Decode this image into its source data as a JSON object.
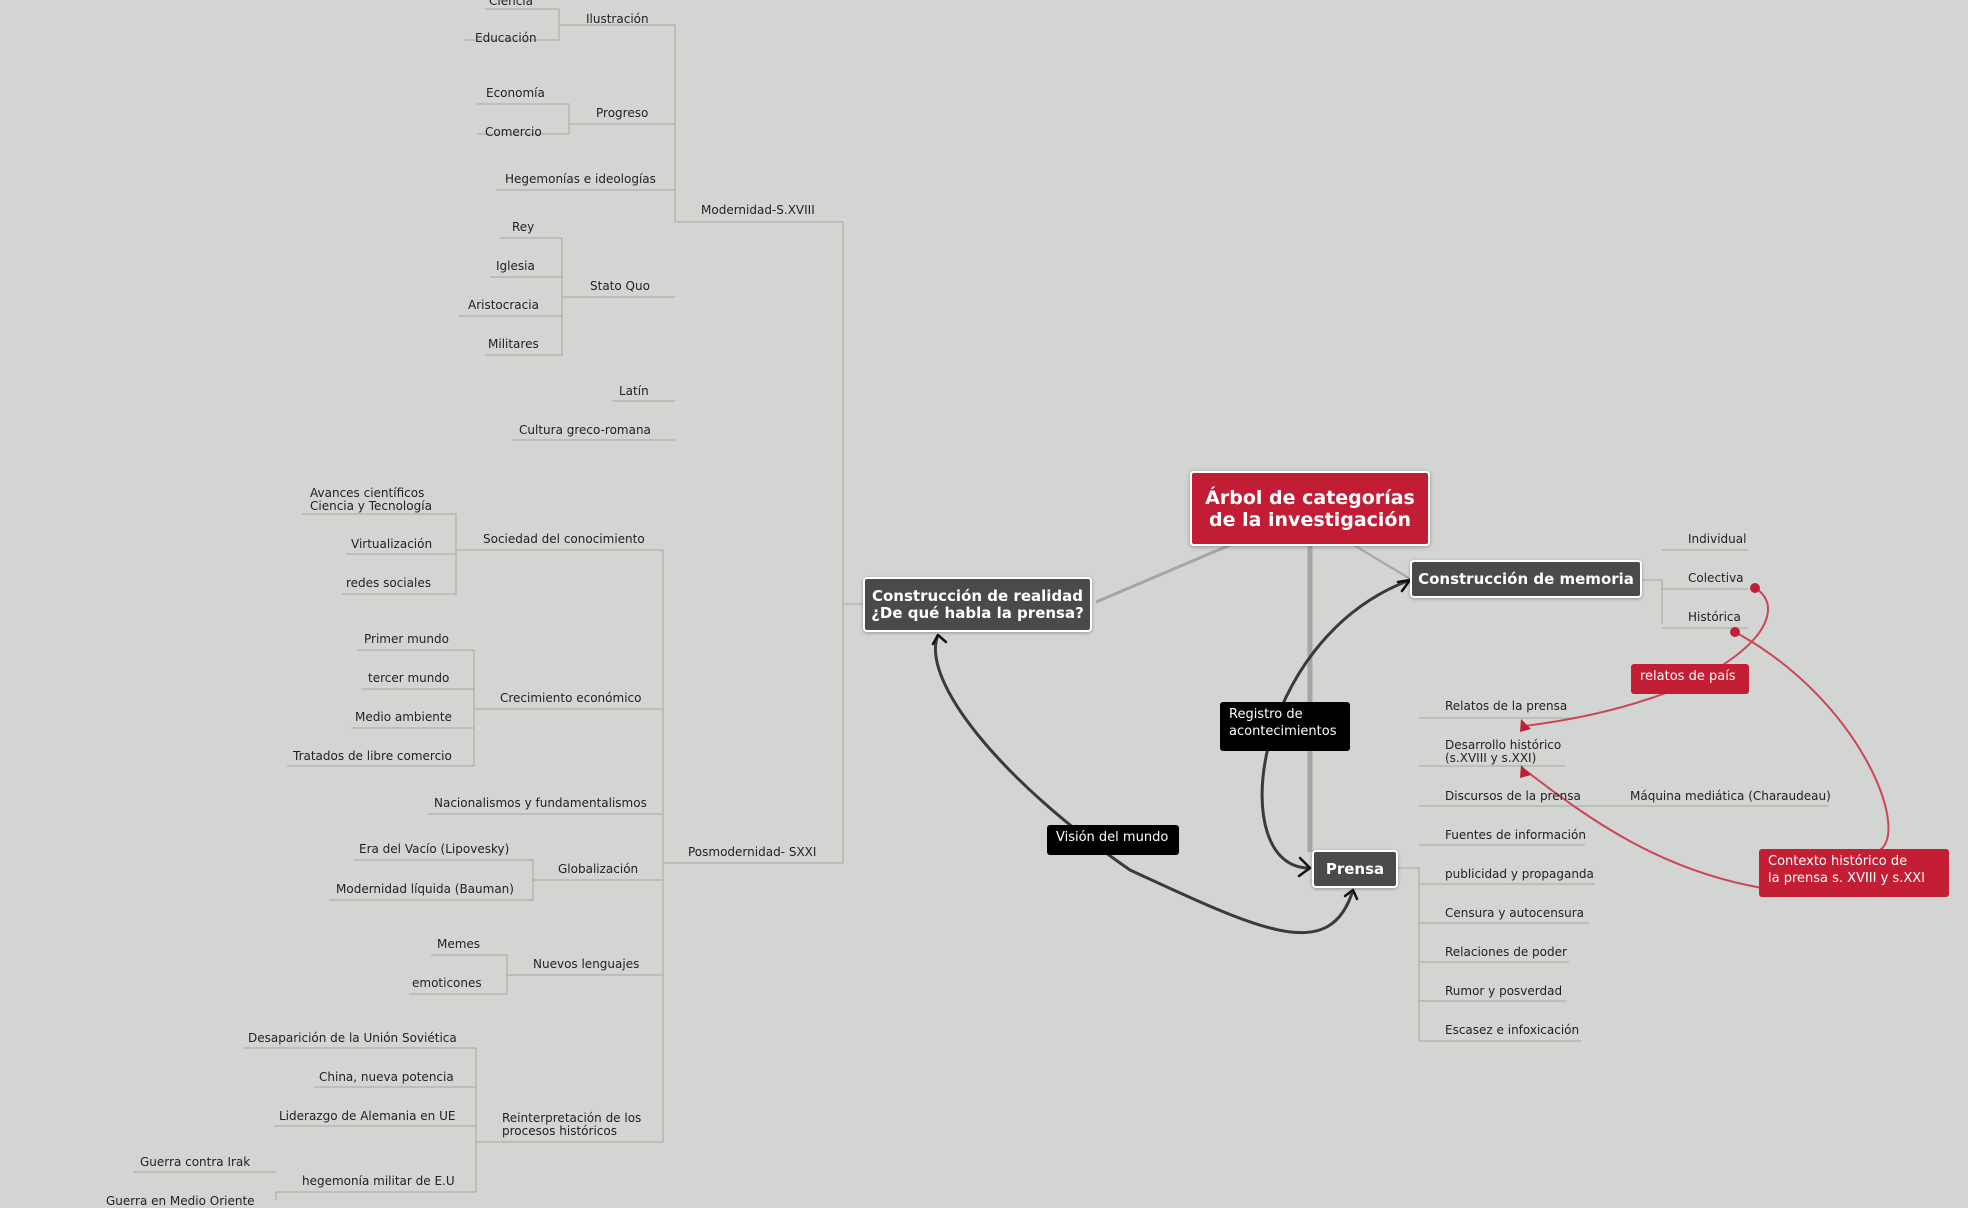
{
  "colors": {
    "background": "#d3d5d2",
    "root": "#c21d34",
    "node": "#4a4a4a",
    "callout": "#000000",
    "red_callout": "#c41e35",
    "connector": "#a5a6a3"
  },
  "central": "Árbol de categorías\nde la investigación",
  "main": {
    "construccion_realidad": "Construcción de realidad\n¿De qué habla la prensa?",
    "construccion_memoria": "Construcción de memoria",
    "prensa": "Prensa"
  },
  "modernidad": {
    "label": "Modernidad-S.XVIII",
    "ilustracion": {
      "label": "Ilustración",
      "items": [
        "Ciencia",
        "Educación"
      ]
    },
    "progreso": {
      "label": "Progreso",
      "items": [
        "Economía",
        "Comercio"
      ]
    },
    "hegemonias": "Hegemonías e ideologías",
    "stato_quo": {
      "label": "Stato Quo",
      "items": [
        "Rey",
        "Iglesia",
        "Aristocracia",
        "Militares"
      ]
    },
    "latin": "Latín",
    "cultura": "Cultura greco-romana"
  },
  "posmodernidad": {
    "label": "Posmodernidad- SXXI",
    "sociedad": {
      "label": "Sociedad del conocimiento",
      "items": [
        "Avances científicos\nCiencia y Tecnología",
        "Virtualización",
        "redes sociales"
      ]
    },
    "crecimiento": {
      "label": "Crecimiento económico",
      "items": [
        "Primer mundo",
        "tercer mundo",
        "Medio ambiente",
        "Tratados de libre comercio"
      ]
    },
    "nacionalismos": "Nacionalismos y fundamentalismos",
    "globalizacion": {
      "label": "Globalización",
      "items": [
        "Era del Vacío (Lipovesky)",
        "Modernidad líquida (Bauman)"
      ]
    },
    "nuevos_lenguajes": {
      "label": "Nuevos lenguajes",
      "items": [
        "Memes",
        "emoticones"
      ]
    },
    "reinterpretacion": {
      "label": "Reinterpretación de los\nprocesos históricos",
      "items": [
        "Desaparición de la Unión Soviética",
        "China, nueva potencia",
        "Liderazgo de Alemania en UE",
        "hegemonía militar de E.U"
      ]
    },
    "hegemonia_sub": {
      "items": [
        "Guerra contra Irak",
        "Guerra en Medio Oriente"
      ]
    }
  },
  "memoria_items": [
    "Individual",
    "Colectiva",
    "Histórica"
  ],
  "prensa_items": [
    "Relatos  de la prensa",
    "Desarrollo histórico\n(s.XVIII y s.XXI)",
    "Discursos de la prensa",
    "Fuentes de información",
    "publicidad y propaganda",
    "Censura y autocensura",
    "Relaciones de poder",
    "Rumor y posverdad",
    "Escasez e infoxicación"
  ],
  "discursos_sub": "Máquina mediática (Charaudeau)",
  "callouts": {
    "registro": "Registro de\nacontecimientos",
    "vision": "Visión del mundo",
    "relatos_pais": "relatos de país",
    "contexto": "Contexto histórico de\nla prensa s. XVIII y s.XXI"
  }
}
